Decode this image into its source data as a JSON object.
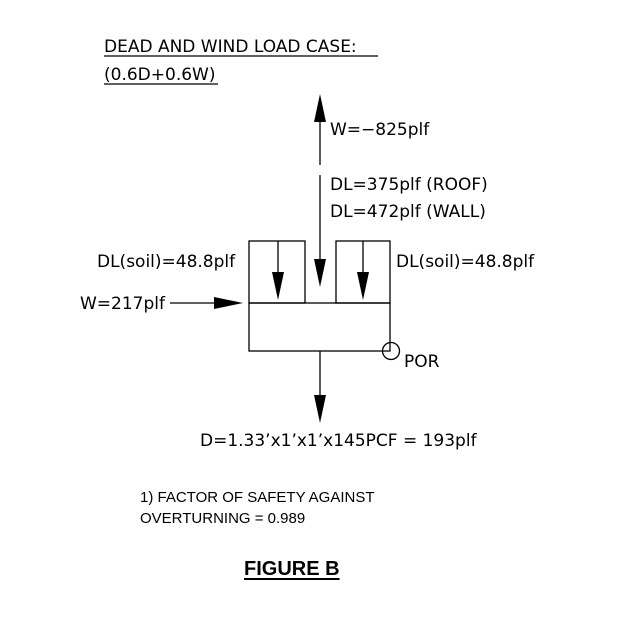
{
  "header": {
    "title_line1": "DEAD AND WIND LOAD CASE:",
    "title_line2": "(0.6D+0.6W)"
  },
  "loads": {
    "wind_uplift": "W=−825plf",
    "dead_roof": "DL=375plf (ROOF)",
    "dead_wall": "DL=472plf (WALL)",
    "soil_left": "DL(soil)=48.8plf",
    "soil_right": "DL(soil)=48.8plf",
    "wind_lateral": "W=217plf",
    "point_of_rotation": "POR",
    "footing_weight": "D=1.33’x1’x1’x145PCF  =  193plf"
  },
  "notes": {
    "line1": "1) FACTOR OF SAFETY AGAINST",
    "line2": "OVERTURNING = 0.989"
  },
  "figure": {
    "caption": "FIGURE B"
  }
}
